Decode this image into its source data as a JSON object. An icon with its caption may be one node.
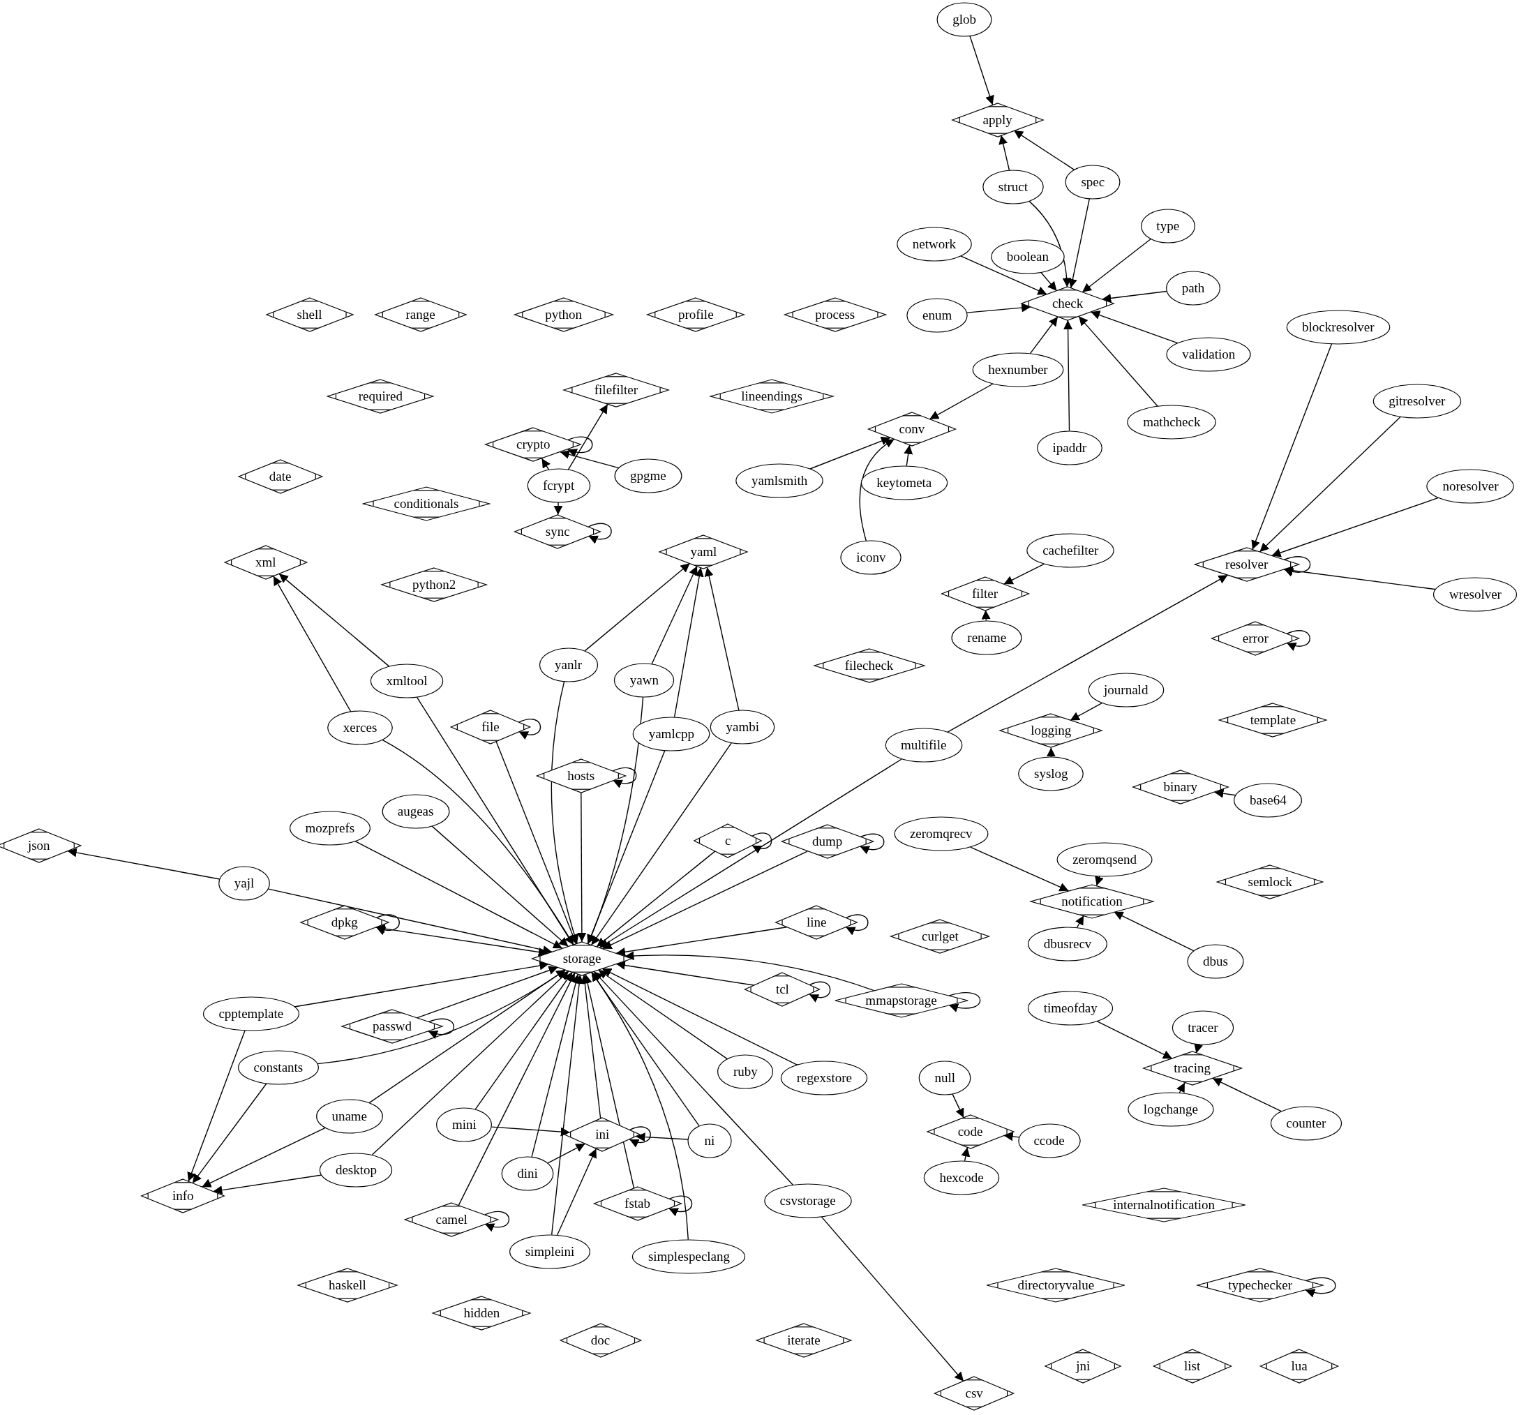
{
  "diagram": {
    "nodes": [
      {
        "text": [
          "glob"
        ]
      },
      {
        "text": [
          "apply"
        ]
      },
      {
        "text": [
          "struct"
        ]
      },
      {
        "text": [
          "spec"
        ]
      },
      {
        "text": [
          "type"
        ]
      },
      {
        "text": [
          "network"
        ]
      },
      {
        "text": [
          "boolean"
        ]
      },
      {
        "text": [
          "check"
        ]
      },
      {
        "text": [
          "path"
        ]
      },
      {
        "text": [
          "shell"
        ]
      },
      {
        "text": [
          "range"
        ]
      },
      {
        "text": [
          "python"
        ]
      },
      {
        "text": [
          "profile"
        ]
      },
      {
        "text": [
          "process"
        ]
      },
      {
        "text": [
          "enum"
        ]
      },
      {
        "text": [
          "blockresolver"
        ]
      },
      {
        "text": [
          "validation"
        ]
      },
      {
        "text": [
          "hexnumber"
        ]
      },
      {
        "text": [
          "required"
        ]
      },
      {
        "text": [
          "filefilter"
        ]
      },
      {
        "text": [
          "lineendings"
        ]
      },
      {
        "text": [
          "gitresolver"
        ]
      },
      {
        "text": [
          "mathcheck"
        ]
      },
      {
        "text": [
          "conv"
        ]
      },
      {
        "text": [
          "ipaddr"
        ]
      },
      {
        "text": [
          "crypto"
        ]
      },
      {
        "text": [
          "gpgme"
        ]
      },
      {
        "text": [
          "date"
        ]
      },
      {
        "text": [
          "fcrypt"
        ]
      },
      {
        "text": [
          "yamlsmith"
        ]
      },
      {
        "text": [
          "keytometa"
        ]
      },
      {
        "text": [
          "noresolver"
        ]
      },
      {
        "text": [
          "conditionals"
        ]
      },
      {
        "text": [
          "sync"
        ]
      },
      {
        "text": [
          "cachefilter"
        ]
      },
      {
        "text": [
          "iconv"
        ]
      },
      {
        "text": [
          "xml"
        ]
      },
      {
        "text": [
          "yaml"
        ]
      },
      {
        "text": [
          "resolver"
        ]
      },
      {
        "text": [
          "python2"
        ]
      },
      {
        "text": [
          "filter"
        ]
      },
      {
        "text": [
          "wresolver"
        ]
      },
      {
        "text": [
          "rename"
        ]
      },
      {
        "text": [
          "error"
        ]
      },
      {
        "text": [
          "yanlr"
        ]
      },
      {
        "text": [
          "filecheck"
        ]
      },
      {
        "text": [
          "xmltool"
        ]
      },
      {
        "text": [
          "yawn"
        ]
      },
      {
        "text": [
          "journald"
        ]
      },
      {
        "text": [
          "template"
        ]
      },
      {
        "text": [
          "file"
        ]
      },
      {
        "text": [
          "xerces"
        ]
      },
      {
        "text": [
          "logging"
        ]
      },
      {
        "text": [
          "yamlcpp"
        ]
      },
      {
        "text": [
          "yambi"
        ]
      },
      {
        "text": [
          "multifile"
        ]
      },
      {
        "text": [
          "hosts"
        ]
      },
      {
        "text": [
          "syslog"
        ]
      },
      {
        "text": [
          "binary"
        ]
      },
      {
        "text": [
          "base64"
        ]
      },
      {
        "text": [
          "augeas"
        ]
      },
      {
        "text": [
          "mozprefs"
        ]
      },
      {
        "text": [
          "zeromqrecv"
        ]
      },
      {
        "text": [
          "c"
        ]
      },
      {
        "text": [
          "dump"
        ]
      },
      {
        "text": [
          "json"
        ]
      },
      {
        "text": [
          "zeromqsend"
        ]
      },
      {
        "text": [
          "yajl"
        ]
      },
      {
        "text": [
          "semlock"
        ]
      },
      {
        "text": [
          "notification"
        ]
      },
      {
        "text": [
          "dpkg"
        ]
      },
      {
        "text": [
          "line"
        ]
      },
      {
        "text": [
          "curlget"
        ]
      },
      {
        "text": [
          "dbusrecv"
        ]
      },
      {
        "text": [
          "storage"
        ]
      },
      {
        "text": [
          "dbus"
        ]
      },
      {
        "text": [
          "tcl"
        ]
      },
      {
        "text": [
          "mmapstorage"
        ]
      },
      {
        "text": [
          "timeofday"
        ]
      },
      {
        "text": [
          "cpptemplate"
        ]
      },
      {
        "text": [
          "passwd"
        ]
      },
      {
        "text": [
          "tracer"
        ]
      },
      {
        "text": [
          "constants"
        ]
      },
      {
        "text": [
          "tracing"
        ]
      },
      {
        "text": [
          "ruby"
        ]
      },
      {
        "text": [
          "regexstore"
        ]
      },
      {
        "text": [
          "null"
        ]
      },
      {
        "text": [
          "uname"
        ]
      },
      {
        "text": [
          "logchange"
        ]
      },
      {
        "text": [
          "counter"
        ]
      },
      {
        "text": [
          "mini"
        ]
      },
      {
        "text": [
          "ini"
        ]
      },
      {
        "text": [
          "code"
        ]
      },
      {
        "text": [
          "ni"
        ]
      },
      {
        "text": [
          "ccode"
        ]
      },
      {
        "text": [
          "desktop"
        ]
      },
      {
        "text": [
          "dini"
        ]
      },
      {
        "text": [
          "hexcode"
        ]
      },
      {
        "text": [
          "info"
        ]
      },
      {
        "text": [
          "csvstorage"
        ]
      },
      {
        "text": [
          "fstab"
        ]
      },
      {
        "text": [
          "internalnotification"
        ]
      },
      {
        "text": [
          "camel"
        ]
      },
      {
        "text": [
          "simpleini"
        ]
      },
      {
        "text": [
          "simplespeclang"
        ]
      },
      {
        "text": [
          "haskell"
        ]
      },
      {
        "text": [
          "directoryvalue"
        ]
      },
      {
        "text": [
          "typechecker"
        ]
      },
      {
        "text": [
          "hidden"
        ]
      },
      {
        "text": [
          "doc"
        ]
      },
      {
        "text": [
          "iterate"
        ]
      },
      {
        "text": [
          "jni"
        ]
      },
      {
        "text": [
          "list"
        ]
      },
      {
        "text": [
          "lua"
        ]
      },
      {
        "text": [
          "csv"
        ]
      }
    ],
    "edges": [
      {
        "from": 0,
        "to": 1,
        "arrow": "to"
      },
      {
        "from": 2,
        "to": 1,
        "arrow": "to"
      },
      {
        "from": 3,
        "to": 1,
        "arrow": "to"
      },
      {
        "from": 2,
        "to": 7,
        "arrow": "to"
      },
      {
        "from": 3,
        "to": 7,
        "arrow": "to"
      },
      {
        "from": 4,
        "to": 7,
        "arrow": "to"
      },
      {
        "from": 5,
        "to": 7,
        "arrow": "to"
      },
      {
        "from": 6,
        "to": 7,
        "arrow": "to"
      },
      {
        "from": 8,
        "to": 7,
        "arrow": "to"
      },
      {
        "from": 14,
        "to": 7,
        "arrow": "to"
      },
      {
        "from": 16,
        "to": 7,
        "arrow": "to"
      },
      {
        "from": 17,
        "to": 7,
        "arrow": "to"
      },
      {
        "from": 24,
        "to": 7,
        "arrow": "to"
      },
      {
        "from": 22,
        "to": 7,
        "arrow": "to"
      },
      {
        "from": 17,
        "to": 23,
        "arrow": "to"
      },
      {
        "from": 29,
        "to": 23,
        "arrow": "to"
      },
      {
        "from": 30,
        "to": 23,
        "arrow": "to"
      },
      {
        "from": 35,
        "to": 23,
        "arrow": "to"
      },
      {
        "from": 26,
        "to": 25,
        "arrow": "to"
      },
      {
        "from": 28,
        "to": 25,
        "arrow": "to"
      },
      {
        "from": 28,
        "to": 19,
        "arrow": "to"
      },
      {
        "from": 28,
        "to": 33,
        "arrow": "to"
      },
      {
        "from": 25,
        "to": 25,
        "arrow": "to"
      },
      {
        "from": 33,
        "to": 33,
        "arrow": "to"
      },
      {
        "from": 15,
        "to": 38,
        "arrow": "to"
      },
      {
        "from": 21,
        "to": 38,
        "arrow": "to"
      },
      {
        "from": 31,
        "to": 38,
        "arrow": "to"
      },
      {
        "from": 41,
        "to": 38,
        "arrow": "to"
      },
      {
        "from": 38,
        "to": 38,
        "arrow": "to"
      },
      {
        "from": 55,
        "to": 38,
        "arrow": "to"
      },
      {
        "from": 34,
        "to": 40,
        "arrow": "to"
      },
      {
        "from": 42,
        "to": 40,
        "arrow": "to"
      },
      {
        "from": 43,
        "to": 43,
        "arrow": "to"
      },
      {
        "from": 48,
        "to": 52,
        "arrow": "to"
      },
      {
        "from": 57,
        "to": 52,
        "arrow": "to"
      },
      {
        "from": 59,
        "to": 58,
        "arrow": "to"
      },
      {
        "from": 62,
        "to": 69,
        "arrow": "to"
      },
      {
        "from": 66,
        "to": 69,
        "arrow": "to"
      },
      {
        "from": 73,
        "to": 69,
        "arrow": "to"
      },
      {
        "from": 75,
        "to": 69,
        "arrow": "to"
      },
      {
        "from": 78,
        "to": 83,
        "arrow": "to"
      },
      {
        "from": 81,
        "to": 83,
        "arrow": "to"
      },
      {
        "from": 88,
        "to": 83,
        "arrow": "to"
      },
      {
        "from": 89,
        "to": 83,
        "arrow": "to"
      },
      {
        "from": 86,
        "to": 92,
        "arrow": "to"
      },
      {
        "from": 94,
        "to": 92,
        "arrow": "to"
      },
      {
        "from": 97,
        "to": 92,
        "arrow": "to"
      },
      {
        "from": 107,
        "to": 107,
        "arrow": "to"
      },
      {
        "from": 44,
        "to": 37,
        "arrow": "to"
      },
      {
        "from": 47,
        "to": 37,
        "arrow": "to"
      },
      {
        "from": 53,
        "to": 37,
        "arrow": "to"
      },
      {
        "from": 54,
        "to": 37,
        "arrow": "to"
      },
      {
        "from": 46,
        "to": 36,
        "arrow": "to"
      },
      {
        "from": 51,
        "to": 36,
        "arrow": "to"
      },
      {
        "from": 67,
        "to": 65,
        "arrow": "to"
      },
      {
        "from": 44,
        "to": 74,
        "arrow": "to"
      },
      {
        "from": 47,
        "to": 74,
        "arrow": "to"
      },
      {
        "from": 53,
        "to": 74,
        "arrow": "to"
      },
      {
        "from": 54,
        "to": 74,
        "arrow": "to"
      },
      {
        "from": 46,
        "to": 74,
        "arrow": "to"
      },
      {
        "from": 51,
        "to": 74,
        "arrow": "to"
      },
      {
        "from": 50,
        "to": 74,
        "arrow": "to"
      },
      {
        "from": 56,
        "to": 74,
        "arrow": "to"
      },
      {
        "from": 60,
        "to": 74,
        "arrow": "to"
      },
      {
        "from": 61,
        "to": 74,
        "arrow": "to"
      },
      {
        "from": 67,
        "to": 74,
        "arrow": "to"
      },
      {
        "from": 63,
        "to": 74,
        "arrow": "to"
      },
      {
        "from": 64,
        "to": 74,
        "arrow": "to"
      },
      {
        "from": 55,
        "to": 74,
        "arrow": "to"
      },
      {
        "from": 71,
        "to": 74,
        "arrow": "to"
      },
      {
        "from": 76,
        "to": 74,
        "arrow": "to"
      },
      {
        "from": 77,
        "to": 74,
        "arrow": "to"
      },
      {
        "from": 79,
        "to": 74,
        "arrow": "to"
      },
      {
        "from": 80,
        "to": 74,
        "arrow": "to"
      },
      {
        "from": 82,
        "to": 74,
        "arrow": "to"
      },
      {
        "from": 87,
        "to": 74,
        "arrow": "to"
      },
      {
        "from": 95,
        "to": 74,
        "arrow": "to"
      },
      {
        "from": 90,
        "to": 74,
        "arrow": "to"
      },
      {
        "from": 96,
        "to": 74,
        "arrow": "to"
      },
      {
        "from": 103,
        "to": 74,
        "arrow": "to"
      },
      {
        "from": 91,
        "to": 74,
        "arrow": "to"
      },
      {
        "from": 93,
        "to": 74,
        "arrow": "to"
      },
      {
        "from": 100,
        "to": 74,
        "arrow": "to"
      },
      {
        "from": 104,
        "to": 74,
        "arrow": "to"
      },
      {
        "from": 102,
        "to": 74,
        "arrow": "to"
      },
      {
        "from": 99,
        "to": 74,
        "arrow": "to"
      },
      {
        "from": 84,
        "to": 74,
        "arrow": "to"
      },
      {
        "from": 85,
        "to": 74,
        "arrow": "to"
      },
      {
        "from": 70,
        "to": 74,
        "arrow": "both"
      },
      {
        "from": 50,
        "to": 50,
        "arrow": "to"
      },
      {
        "from": 56,
        "to": 56,
        "arrow": "to"
      },
      {
        "from": 63,
        "to": 63,
        "arrow": "to"
      },
      {
        "from": 64,
        "to": 64,
        "arrow": "to"
      },
      {
        "from": 70,
        "to": 70,
        "arrow": "to"
      },
      {
        "from": 71,
        "to": 71,
        "arrow": "to"
      },
      {
        "from": 76,
        "to": 76,
        "arrow": "to"
      },
      {
        "from": 77,
        "to": 77,
        "arrow": "to"
      },
      {
        "from": 80,
        "to": 80,
        "arrow": "to"
      },
      {
        "from": 91,
        "to": 91,
        "arrow": "to"
      },
      {
        "from": 100,
        "to": 100,
        "arrow": "to"
      },
      {
        "from": 102,
        "to": 102,
        "arrow": "to"
      },
      {
        "from": 79,
        "to": 98,
        "arrow": "to"
      },
      {
        "from": 82,
        "to": 98,
        "arrow": "to"
      },
      {
        "from": 87,
        "to": 98,
        "arrow": "to"
      },
      {
        "from": 95,
        "to": 98,
        "arrow": "to"
      },
      {
        "from": 90,
        "to": 91,
        "arrow": "to"
      },
      {
        "from": 96,
        "to": 91,
        "arrow": "to"
      },
      {
        "from": 103,
        "to": 91,
        "arrow": "to"
      },
      {
        "from": 93,
        "to": 91,
        "arrow": "to"
      },
      {
        "from": 99,
        "to": 114,
        "arrow": "to"
      }
    ]
  }
}
